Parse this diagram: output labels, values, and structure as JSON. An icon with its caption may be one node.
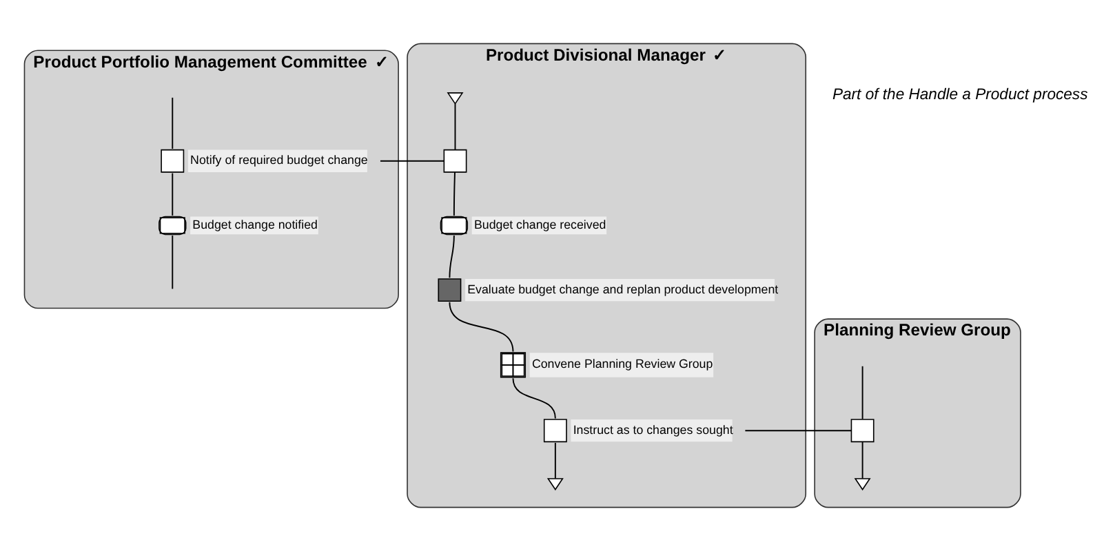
{
  "diagram": {
    "nodes": [
      {
        "text": [
          "Product Portfolio Management Committee"
        ],
        "beside": [
          "✓"
        ]
      },
      {
        "text": [
          "Notify of required budget change"
        ],
        "in": 0
      },
      {
        "text": [
          "Budget change notified"
        ],
        "in": 0
      },
      {
        "text": [
          "Product Divisional Manager"
        ],
        "beside": [
          "✓"
        ]
      },
      {
        "text": [],
        "shape": "zigzag",
        "in": 3
      },
      {
        "text": [],
        "shape": "box",
        "in": 3
      },
      {
        "text": [
          "Budget change received"
        ],
        "in": 3
      },
      {
        "text": [
          "Evaluate budget change and replan product development"
        ],
        "in": 3
      },
      {
        "text": [
          "Convene Planning Review Group"
        ],
        "in": 3
      },
      {
        "text": [
          "Instruct as to changes sought"
        ],
        "in": 3
      },
      {
        "text": [],
        "shape": "zigzag",
        "in": 3
      },
      {
        "text": [
          "Planning Review Group"
        ]
      },
      {
        "text": [],
        "shape": "box",
        "in": 11
      },
      {
        "text": [],
        "shape": "zigzag",
        "in": 11
      }
    ],
    "edges": [
      {
        "from": null,
        "to": 1,
        "arrow": "none"
      },
      {
        "from": 1,
        "to": 2,
        "arrow": "none"
      },
      {
        "from": 2,
        "to": null,
        "arrow": "none"
      },
      {
        "from": 1,
        "to": 5,
        "arrow": "none"
      },
      {
        "from": 4,
        "to": 5,
        "arrow": "none"
      },
      {
        "from": 5,
        "to": 6,
        "arrow": "none"
      },
      {
        "from": 6,
        "to": 7,
        "arrow": "none"
      },
      {
        "from": 7,
        "to": 8,
        "arrow": "none"
      },
      {
        "from": 8,
        "to": 9,
        "arrow": "none"
      },
      {
        "from": 9,
        "to": 10,
        "arrow": "none"
      },
      {
        "from": 9,
        "to": 12,
        "arrow": "none"
      },
      {
        "from": null,
        "to": 12,
        "arrow": "none"
      },
      {
        "from": 12,
        "to": 13,
        "arrow": "none"
      }
    ],
    "labels": [
      "Part of the Handle a Product process"
    ]
  }
}
